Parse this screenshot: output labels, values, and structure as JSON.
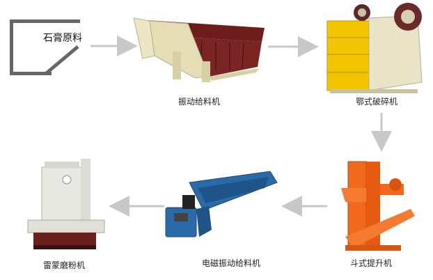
{
  "raw_material": "石膏原料",
  "machines": [
    {
      "id": "vibrating-feeder",
      "label": "振动给料机"
    },
    {
      "id": "jaw-crusher",
      "label": "鄂式破碎机"
    },
    {
      "id": "bucket-elevator",
      "label": "斗式提升机"
    },
    {
      "id": "electromagnetic-feeder",
      "label": "电磁振动给料机"
    },
    {
      "id": "raymond-mill",
      "label": "雷蒙磨粉机"
    }
  ],
  "colors": {
    "arrow": "#c8c8c8",
    "feeder_body": "#ece6c4",
    "feeder_grate": "#6e1d1d",
    "crusher_body": "#e9e3c8",
    "crusher_panel": "#f2c500",
    "elevator": "#f2691e",
    "em_feeder": "#2a6aa8",
    "mill": "#e8e8e2"
  }
}
